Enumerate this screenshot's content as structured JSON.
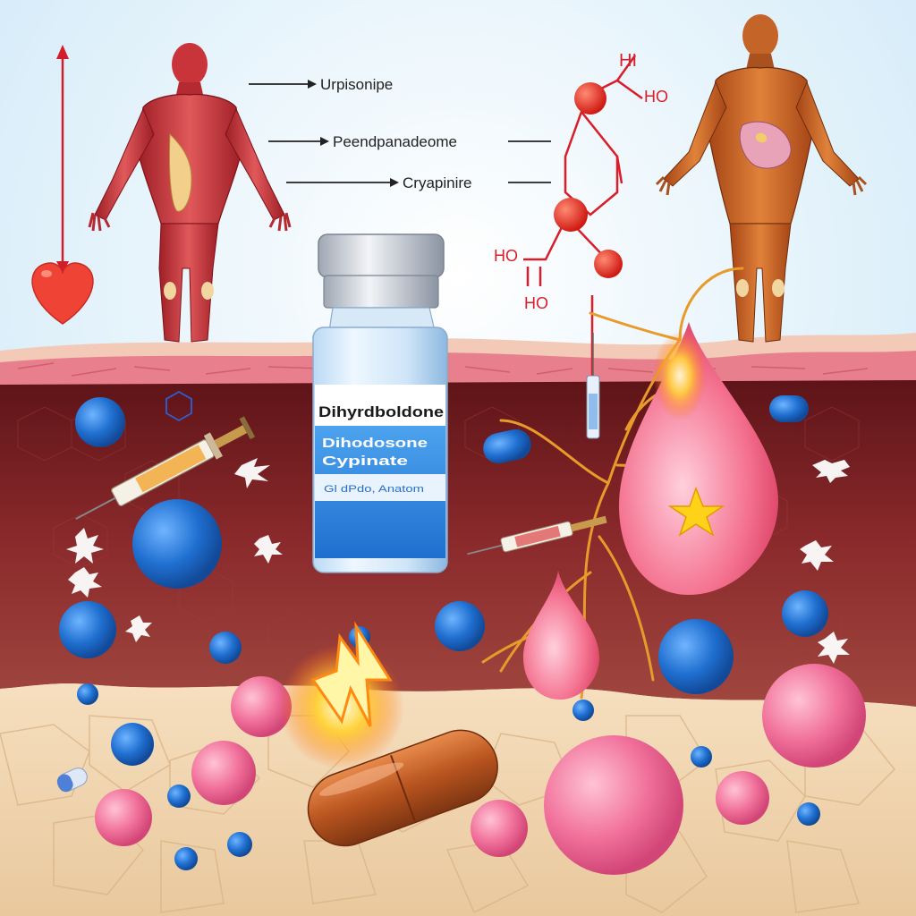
{
  "annotations": {
    "label1": "Urpisonipe",
    "label2": "Peendpanadeome",
    "label3": "Cryapinire"
  },
  "molecule": {
    "hi": "HI",
    "ho_top": "HO",
    "ho_left": "HO",
    "ho_bottom": "HO"
  },
  "vial": {
    "title": "Dihyrdboldone",
    "line1": "Dihodosone",
    "line2": "Cypinate",
    "small": "Gl dPdo, Anatom"
  },
  "colors": {
    "sky": "#dff1fb",
    "tissue": "#7e1f23",
    "skin": "#f3d9b6",
    "muscle": "#c9333a",
    "vial_blue": "#2f86d8",
    "cell_blue": "#2479d6",
    "cell_pink": "#f06b96",
    "molecule_red": "#d81e2a",
    "heart": "#ef4335"
  },
  "icons": [
    "heart-icon",
    "syringe-icon",
    "vial-icon",
    "capsule-icon",
    "star-icon",
    "lightning-icon",
    "molecule-icon"
  ]
}
